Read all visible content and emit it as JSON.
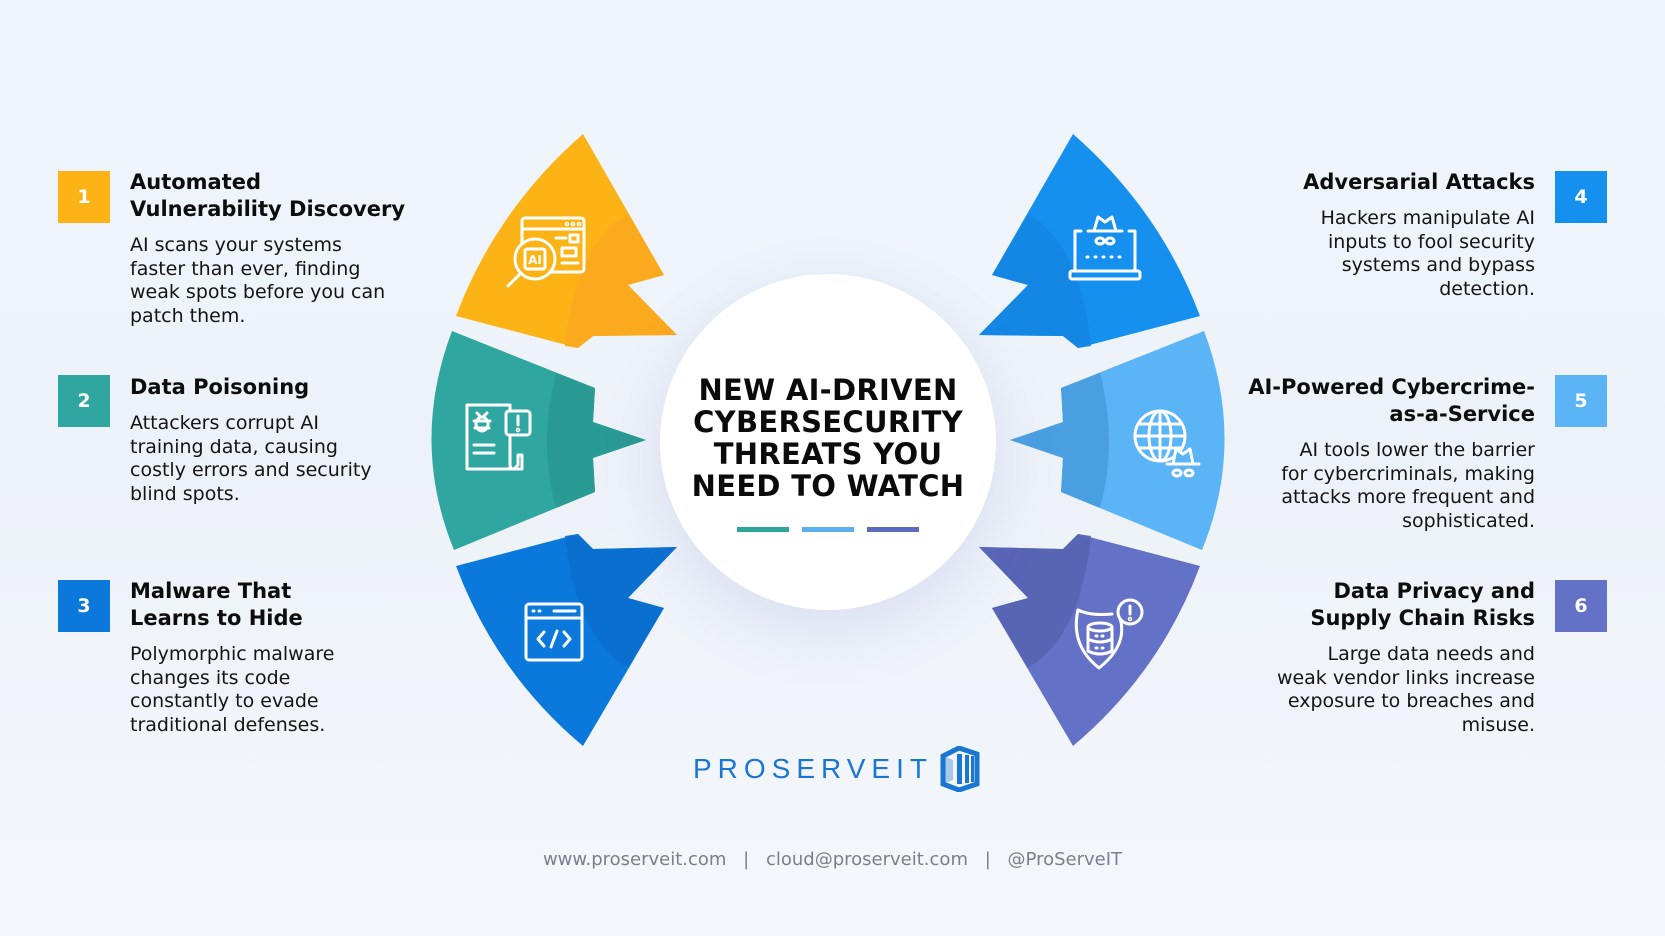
{
  "title": {
    "lines": [
      "NEW AI-DRIVEN",
      "CYBERSECURITY",
      "THREATS YOU",
      "NEED TO WATCH"
    ],
    "dash_colors": [
      "#2fa49a",
      "#5ab0f0",
      "#5c6bc0"
    ]
  },
  "items": [
    {
      "number": "1",
      "title": "Automated Vulnerability Discovery",
      "title_lines": [
        "Automated",
        "Vulnerability Discovery"
      ],
      "description_lines": [
        "AI scans your systems",
        "faster than ever, finding",
        "weak spots before you can",
        "patch them."
      ],
      "color": "#fbb316",
      "icon": "ai-magnifier-browser-icon"
    },
    {
      "number": "2",
      "title": "Data Poisoning",
      "title_lines": [
        "Data Poisoning"
      ],
      "description_lines": [
        "Attackers corrupt AI",
        "training data, causing",
        "costly errors and security",
        "blind spots."
      ],
      "color": "#2fa69f",
      "icon": "bug-document-alert-icon"
    },
    {
      "number": "3",
      "title": "Malware That Learns to Hide",
      "title_lines": [
        "Malware That",
        "Learns to Hide"
      ],
      "description_lines": [
        "Polymorphic malware",
        "changes its code",
        "constantly to evade",
        "traditional defenses."
      ],
      "color": "#0b79dc",
      "icon": "code-window-icon"
    },
    {
      "number": "4",
      "title": "Adversarial Attacks",
      "title_lines": [
        "Adversarial Attacks"
      ],
      "description_lines": [
        "Hackers manipulate AI",
        "inputs to fool security",
        "systems and bypass",
        "detection."
      ],
      "color": "#1590ef",
      "icon": "hacker-laptop-password-icon"
    },
    {
      "number": "5",
      "title": "AI-Powered Cybercrime-as-a-Service",
      "title_lines": [
        "AI-Powered Cybercrime-",
        "as-a-Service"
      ],
      "description_lines": [
        "AI tools lower the barrier",
        "for cybercriminals, making",
        "attacks more frequent and",
        "sophisticated."
      ],
      "color": "#5ab4f5",
      "icon": "globe-hacker-icon"
    },
    {
      "number": "6",
      "title": "Data Privacy and Supply Chain Risks",
      "title_lines": [
        "Data Privacy and",
        "Supply Chain Risks"
      ],
      "description_lines": [
        "Large data needs and",
        "weak vendor links increase",
        "exposure to breaches and",
        "misuse."
      ],
      "color": "#6372c6",
      "icon": "shield-database-alert-icon"
    }
  ],
  "brand": {
    "name": "PROSERVEIT",
    "color": "#1976d2"
  },
  "footer": {
    "website": "www.proserveit.com",
    "email": "cloud@proserveit.com",
    "handle": "@ProServeIT",
    "separator": "|"
  }
}
